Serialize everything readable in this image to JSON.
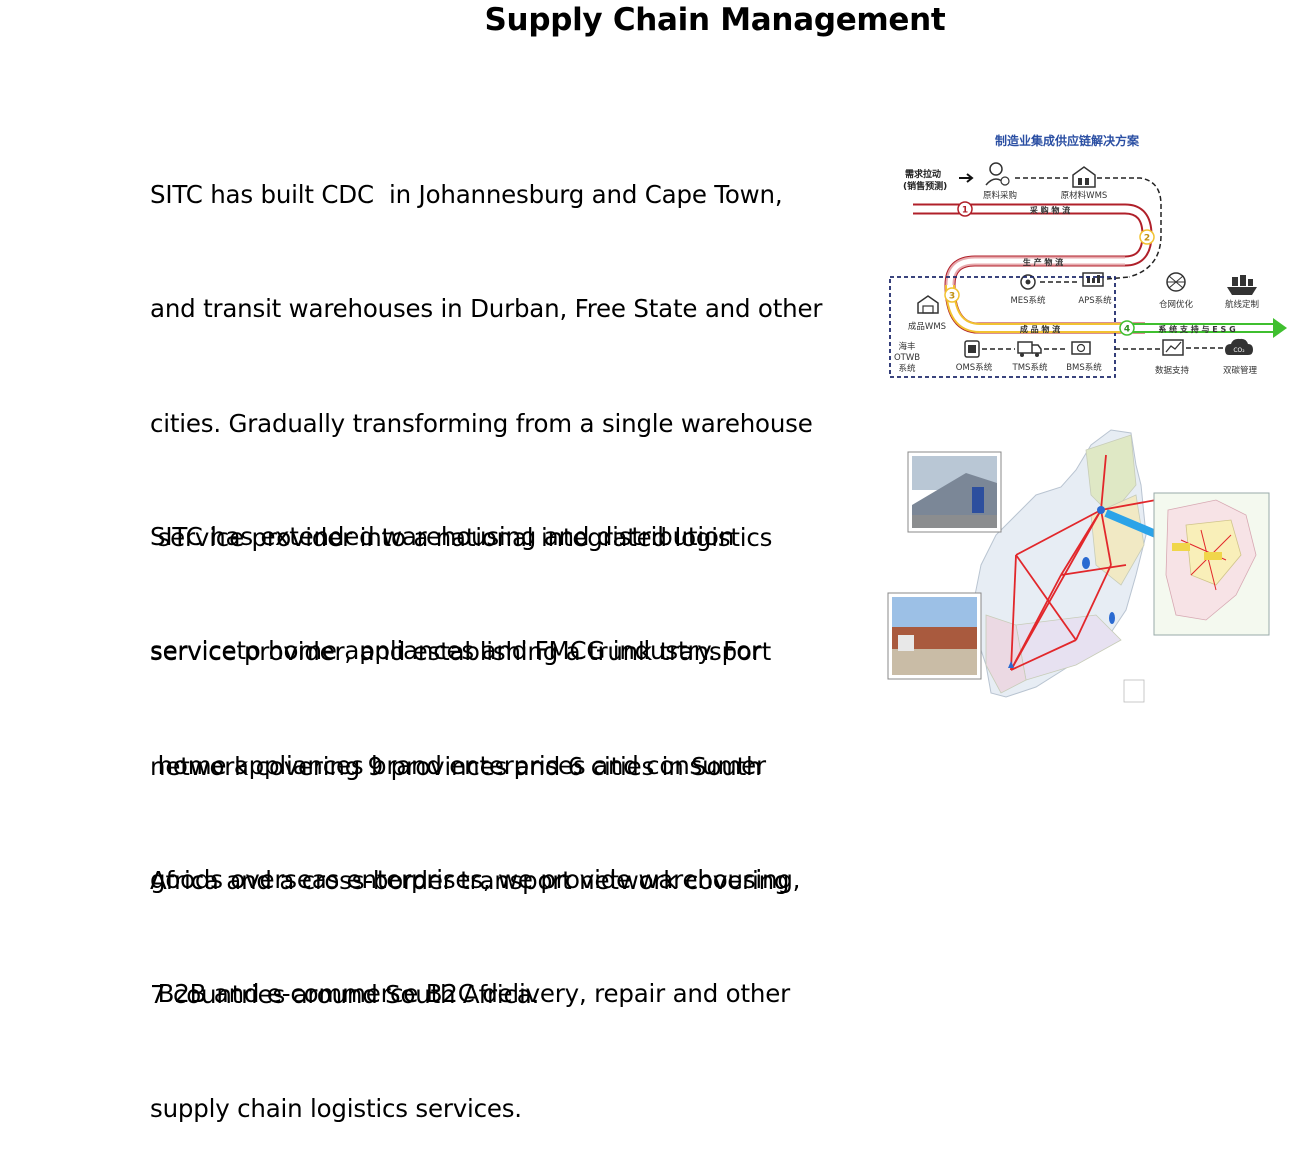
{
  "page": {
    "title": "Supply Chain Management"
  },
  "paragraph1": {
    "lines": [
      "SITC has built CDC  in Johannesburg and Cape Town,",
      "and transit warehouses in Durban, Free State and other",
      "cities. Gradually transforming from a single warehouse",
      " service provider into a national integrated logistics",
      "service provider, and establishing a trunk transport",
      "network covering 9 provinces and 6 cities in South",
      "Africa and a cross-border transport network covering",
      "7 countries around South Africa."
    ]
  },
  "paragraph2": {
    "lines": [
      "SITC has extended warehousing and distribution",
      "serviceto home appliances and FMCG industry. For",
      " home appliances brand enterprises and consumer",
      "goods overseas enterprises, we provide warehousing,",
      " B2B and e-commerce B2C delivery, repair and other",
      "supply chain logistics services."
    ]
  },
  "diagram": {
    "title": "制造业集成供应链解决方案",
    "demand_line1": "需求拉动",
    "demand_line2": "(销售预测)",
    "procurement": "原料采购",
    "raw_wms": "原材料WMS",
    "flow1": "采 购 物 流",
    "flow2": "生 产 物 流",
    "flow3": "成 品 物 流",
    "flow4": "系 统 支 持 与 E S G",
    "mes": "MES系统",
    "aps": "APS系统",
    "network_opt": "仓网优化",
    "route_custom": "航线定制",
    "finished_wms": "成品WMS",
    "haifeng1": "海丰",
    "haifeng2": "OTWB",
    "haifeng3": "系统",
    "oms": "OMS系统",
    "tms": "TMS系统",
    "bms": "BMS系统",
    "data_support": "数据支持",
    "dual_carbon": "双碳管理",
    "n1": "1",
    "n2": "2",
    "n3": "3",
    "n4": "4",
    "co2": "CO₂",
    "colors": {
      "title_blue": "#2b4fa3",
      "procure_red": "#b0202a",
      "production_pink": "#e7a9ad",
      "finished_yellow": "#f2c230",
      "esg_green": "#3fbf2f",
      "dash_navy": "#1f2a6b"
    }
  }
}
